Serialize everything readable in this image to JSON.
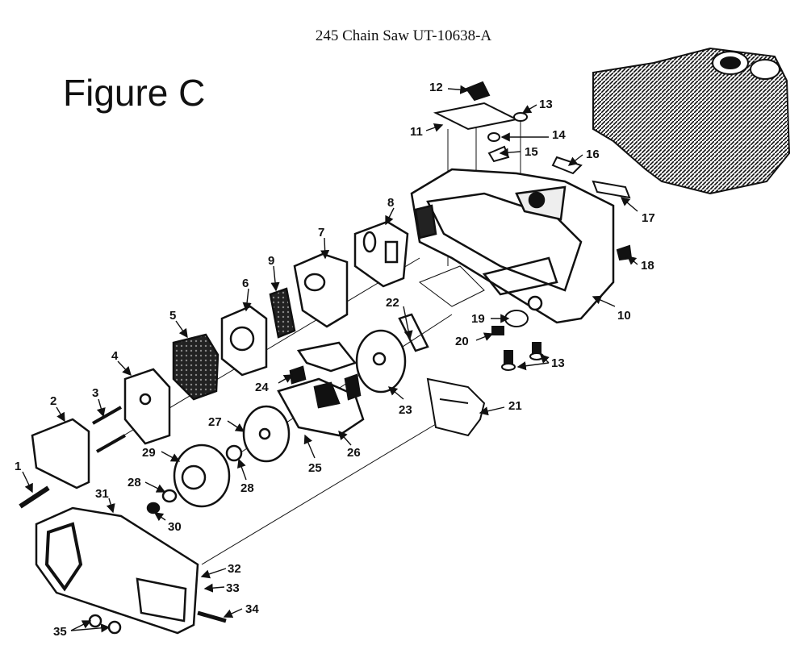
{
  "doc_title": "245 Chain Saw UT-10638-A",
  "figure_title": "Figure C",
  "callouts": [
    "1",
    "2",
    "3",
    "4",
    "5",
    "6",
    "7",
    "8",
    "9",
    "10",
    "11",
    "12",
    "13",
    "13",
    "14",
    "15",
    "16",
    "17",
    "18",
    "19",
    "20",
    "21",
    "22",
    "23",
    "24",
    "25",
    "26",
    "27",
    "28",
    "28",
    "29",
    "30",
    "31",
    "32",
    "33",
    "34",
    "35"
  ]
}
